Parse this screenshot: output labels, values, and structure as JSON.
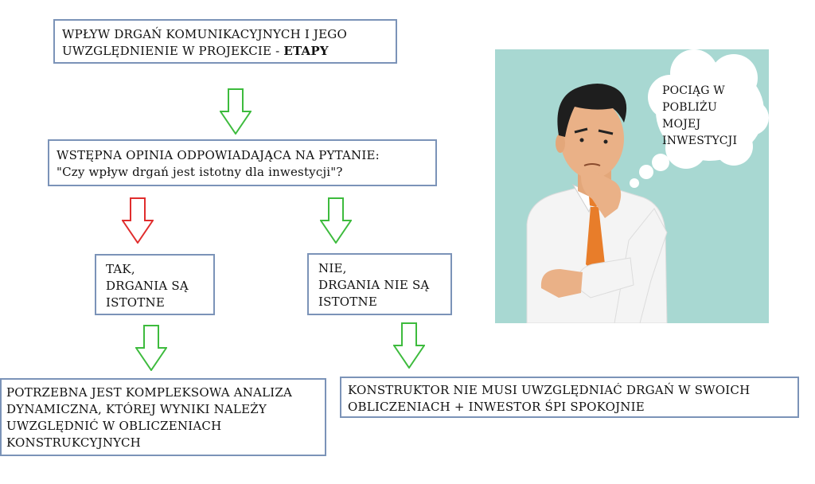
{
  "colors": {
    "box_border": "#7b93b8",
    "arrow_green": "#3dbb3d",
    "arrow_red": "#e02d2d",
    "illustration_bg": "#a8d8d2",
    "tie": "#e87d2a"
  },
  "title_box": {
    "line1": "WPŁYW DRGAŃ KOMUNIKACYJNYCH I JEGO",
    "line2_prefix": "UWZGLĘDNIENIE W PROJEKCIE - ",
    "line2_bold": "ETAPY"
  },
  "opinion_box": {
    "line1": "WSTĘPNA OPINIA ODPOWIADAJĄCA NA PYTANIE:",
    "line2": "\"Czy wpływ drgań jest istotny dla inwestycji\"?"
  },
  "yes_box": {
    "line1": "TAK,",
    "line2": "DRGANIA SĄ",
    "line3": "ISTOTNE"
  },
  "no_box": {
    "line1": "NIE,",
    "line2": "DRGANIA NIE SĄ",
    "line3": "ISTOTNE"
  },
  "analysis_box": {
    "line1": "POTRZEBNA JEST KOMPLEKSOWA ANALIZA",
    "line2": "DYNAMICZNA, KTÓREJ WYNIKI NALEŻY",
    "line3": "UWZGLĘDNIĆ W OBLICZENIACH",
    "line4": "KONSTRUKCYJNYCH"
  },
  "constructor_box": {
    "line1": "KONSTRUKTOR NIE MUSI UWZGLĘDNIAĆ DRGAŃ W SWOICH",
    "line2": "OBLICZENIACH + INWESTOR ŚPI SPOKOJNIE"
  },
  "thought_bubble": {
    "line1": "POCIĄG W",
    "line2": "POBLIŻU",
    "line3": "MOJEJ",
    "line4": "INWESTYCJI"
  }
}
